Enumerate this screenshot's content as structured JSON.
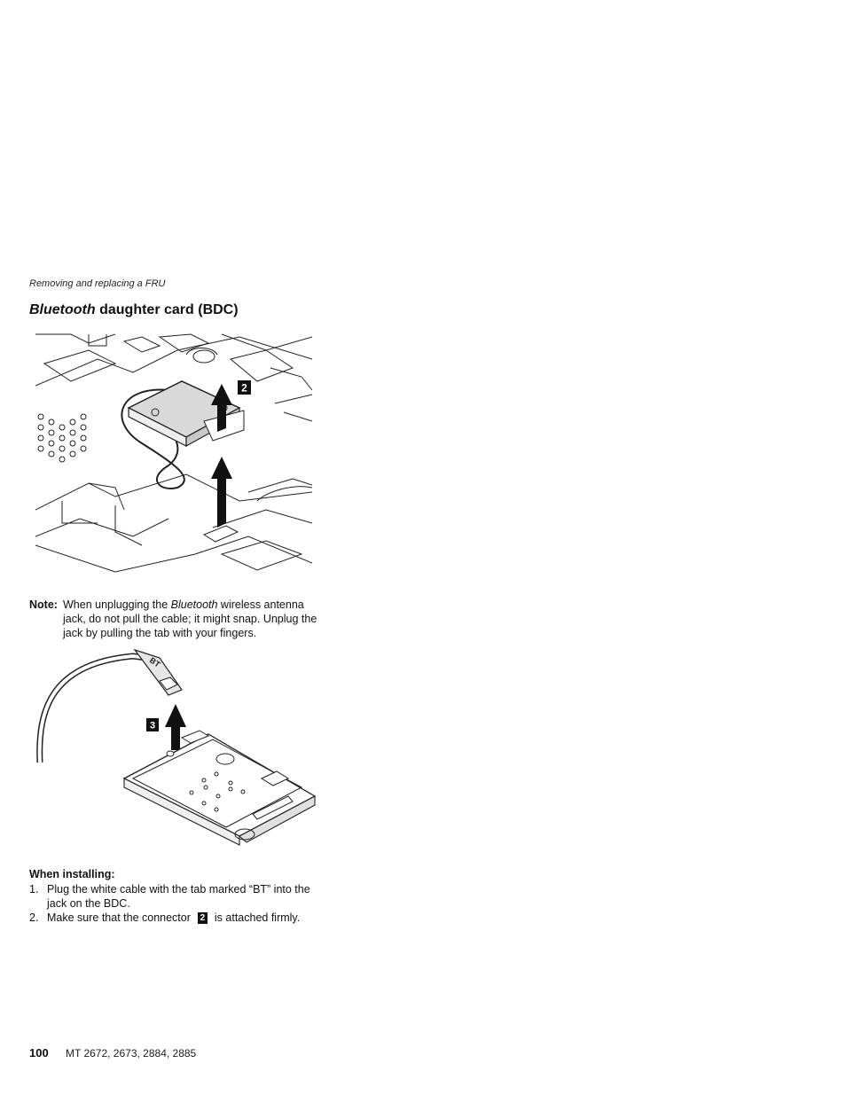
{
  "header": {
    "running_head": "Removing and replacing a FRU"
  },
  "section": {
    "title_italic": "Bluetooth",
    "title_rest": " daughter card (BDC)"
  },
  "figure1": {
    "callout": "2"
  },
  "note": {
    "label": "Note:",
    "text_before": "When unplugging the ",
    "text_italic": "Bluetooth",
    "text_after": " wireless antenna jack, do not pull the cable; it might snap. Unplug the jack by pulling the tab with your fingers."
  },
  "figure2": {
    "callout": "3",
    "tab_marking": "BT"
  },
  "installing": {
    "heading": "When installing:",
    "steps": [
      {
        "num": "1.",
        "text": "Plug the white cable with the tab marked “BT” into the jack on the BDC."
      },
      {
        "num": "2.",
        "text_before": "Make sure that the connector",
        "callout": "2",
        "text_after": "is attached firmly."
      }
    ]
  },
  "footer": {
    "page_number": "100",
    "models": "MT 2672, 2673, 2884, 2885"
  }
}
